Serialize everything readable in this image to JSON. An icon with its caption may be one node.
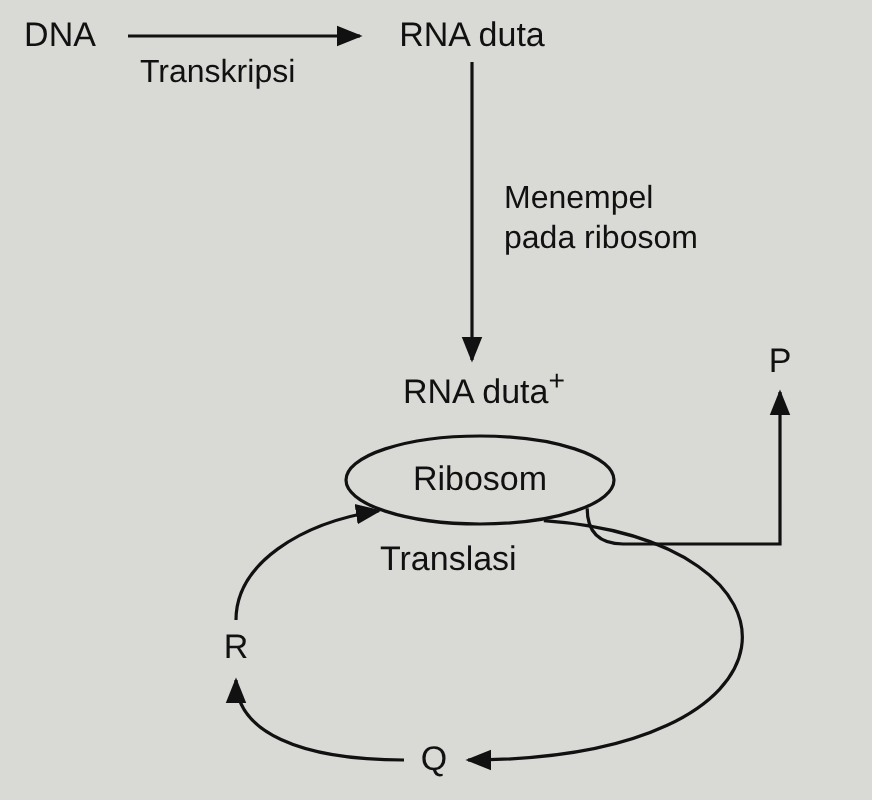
{
  "diagram": {
    "nodes": [
      {
        "text": [
          "DNA"
        ]
      },
      {
        "text": [
          "RNA duta"
        ]
      },
      {
        "text": [
          "RNA duta$^{+}$"
        ]
      },
      {
        "text": [
          "Ribosom"
        ],
        "beside": [
          "Translasi"
        ]
      },
      {
        "text": [
          "P"
        ]
      },
      {
        "text": [
          "R"
        ]
      },
      {
        "text": [
          "Q"
        ]
      }
    ],
    "edges": [
      {
        "from": 0,
        "to": 1,
        "arrow": "to",
        "label": "Transkripsi"
      },
      {
        "from": 1,
        "to": 2,
        "arrow": "to",
        "label": "Menempel pada ribosom"
      },
      {
        "from": 5,
        "to": 3,
        "arrow": "to"
      },
      {
        "from": 3,
        "to": 6,
        "arrow": "to"
      },
      {
        "from": 6,
        "to": 5,
        "arrow": "to"
      },
      {
        "from": 3,
        "to": 4,
        "arrow": "to"
      }
    ]
  }
}
